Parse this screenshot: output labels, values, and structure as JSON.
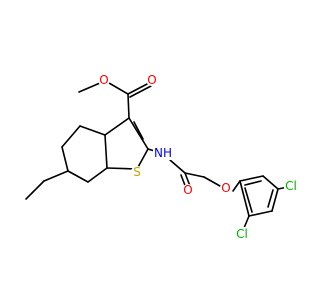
{
  "molecule": {
    "atoms": {
      "o_carbonyl_ester": "O",
      "o_ester": "O",
      "nh": "NH",
      "s": "S",
      "o_amide": "O",
      "o_ether": "O",
      "cl_4": "Cl",
      "cl_2": "Cl"
    },
    "colors": {
      "bond": "#000000",
      "oxygen": "#ff0000",
      "nitrogen": "#0000ff",
      "sulfur": "#c9a400",
      "chlorine": "#00b400"
    }
  }
}
